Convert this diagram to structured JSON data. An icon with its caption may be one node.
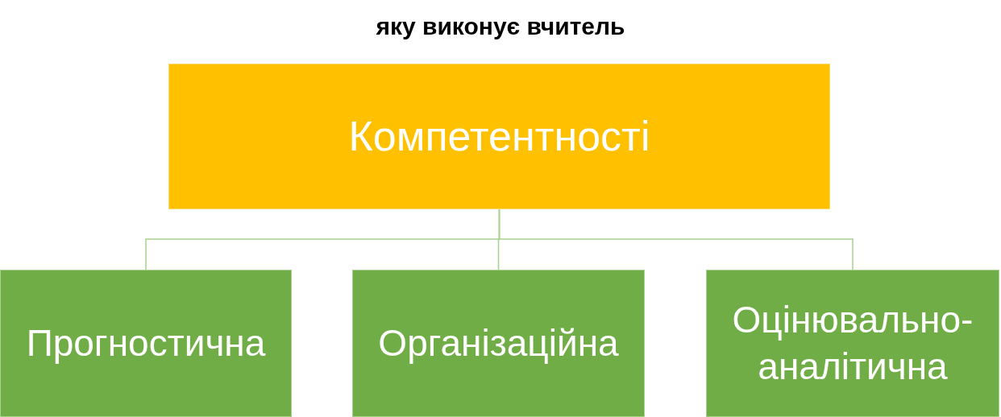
{
  "diagram": {
    "title": "яку виконує вчитель",
    "nodes": [
      {
        "text": [
          "Компетентності"
        ]
      },
      {
        "text": [
          "Прогностична"
        ]
      },
      {
        "text": [
          "Організаційна"
        ]
      },
      {
        "text": [
          "Оцінювально- аналітична"
        ]
      }
    ],
    "edges": [
      {
        "from": 0,
        "to": 1,
        "arrow": "none"
      },
      {
        "from": 0,
        "to": 2,
        "arrow": "none"
      },
      {
        "from": 0,
        "to": 3,
        "arrow": "none"
      }
    ]
  }
}
